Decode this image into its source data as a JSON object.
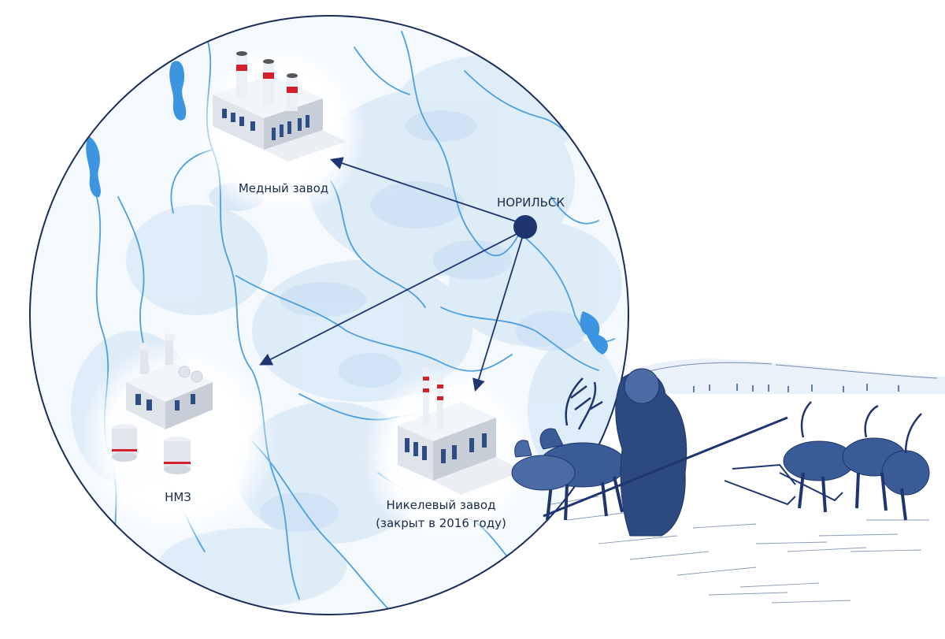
{
  "map": {
    "city": {
      "label": "НОРИЛЬСК"
    },
    "plants": [
      {
        "id": "copper",
        "label": "Медный завод"
      },
      {
        "id": "nmz",
        "label": "НМЗ"
      },
      {
        "id": "nickel",
        "label": "Никелевый завод",
        "note": "(закрыт в 2016 году)"
      }
    ]
  },
  "colors": {
    "outline": "#1a2c5a",
    "river": "#4d9fe0",
    "ice": "#dcebf8",
    "city_dot": "#1f3570",
    "arrow": "#1f3570",
    "ink": "#2c4a80",
    "chimney_red": "#d4202c"
  }
}
